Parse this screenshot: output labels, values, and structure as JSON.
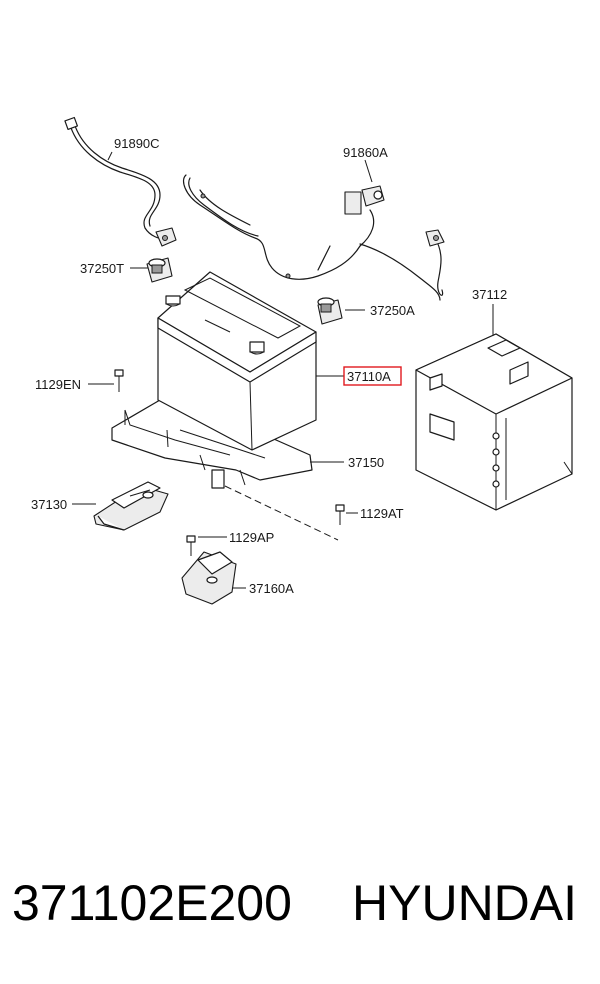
{
  "diagram": {
    "labels": {
      "p91890C": "91890C",
      "p91860A": "91860A",
      "p37250T": "37250T",
      "p37250A": "37250A",
      "p37112": "37112",
      "p1129EN": "1129EN",
      "p37110A": "37110A",
      "p37150": "37150",
      "p37130": "37130",
      "p1129AT": "1129AT",
      "p1129AP": "1129AP",
      "p37160A": "37160A"
    },
    "highlight_color": "#e0191e"
  },
  "footer": {
    "part_number": "371102E200",
    "brand": "HYUNDAI"
  }
}
